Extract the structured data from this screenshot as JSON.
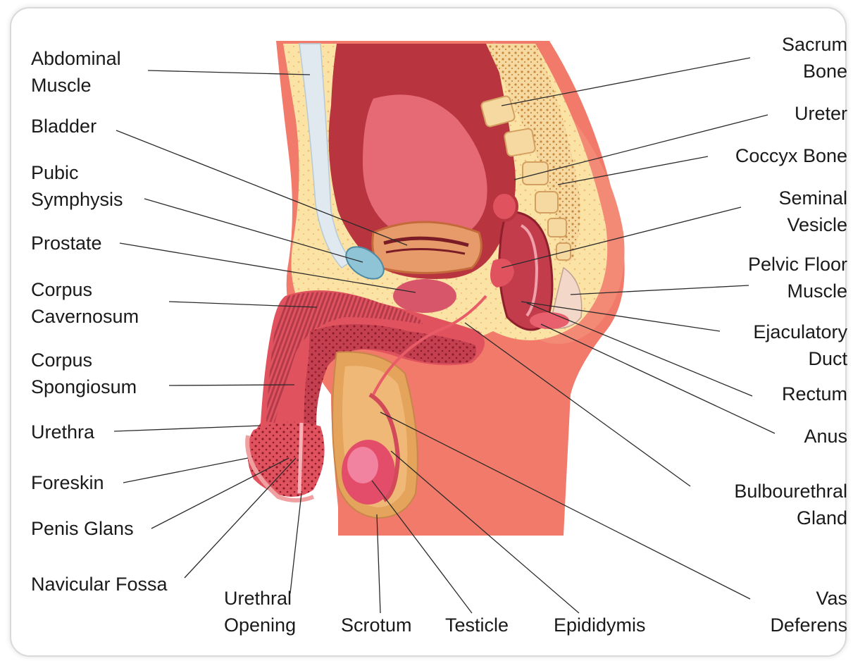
{
  "labels": {
    "abdominal_muscle": "Abdominal\nMuscle",
    "bladder": "Bladder",
    "pubic_symphysis": "Pubic\nSymphysis",
    "prostate": "Prostate",
    "corpus_cavernosum": "Corpus\nCavernosum",
    "corpus_spongiosum": "Corpus\nSpongiosum",
    "urethra": "Urethra",
    "foreskin": "Foreskin",
    "penis_glans": "Penis Glans",
    "navicular_fossa": "Navicular Fossa",
    "urethral_opening": "Urethral\nOpening",
    "scrotum": "Scrotum",
    "testicle": "Testicle",
    "epididymis": "Epididymis",
    "vas_deferens": "Vas\nDeferens",
    "sacrum_bone": "Sacrum\nBone",
    "ureter": "Ureter",
    "coccyx_bone": "Coccyx Bone",
    "seminal_vesicle": "Seminal\nVesicle",
    "pelvic_floor_muscle": "Pelvic Floor\nMuscle",
    "ejaculatory_duct": "Ejaculatory\nDuct",
    "rectum": "Rectum",
    "anus": "Anus",
    "bulbourethral_gland": "Bulbourethral\nGland"
  },
  "colors": {
    "skin": "#f27a6a",
    "fat": "#fbe3a6",
    "organ_dark": "#b8343f",
    "organ_mid": "#e0535e",
    "bone": "#f6d9a0",
    "leader_line": "#2b2b2b"
  }
}
